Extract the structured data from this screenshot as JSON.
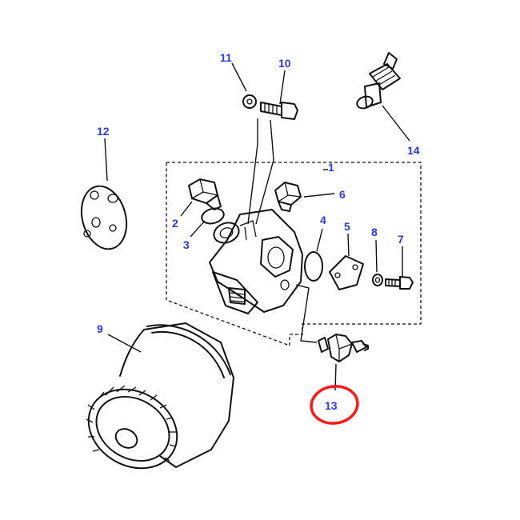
{
  "diagram": {
    "type": "exploded-parts-diagram",
    "callouts": [
      {
        "id": "1",
        "label": "1"
      },
      {
        "id": "2",
        "label": "2"
      },
      {
        "id": "3",
        "label": "3"
      },
      {
        "id": "4",
        "label": "4"
      },
      {
        "id": "5",
        "label": "5"
      },
      {
        "id": "6",
        "label": "6"
      },
      {
        "id": "7",
        "label": "7"
      },
      {
        "id": "8",
        "label": "8"
      },
      {
        "id": "9",
        "label": "9"
      },
      {
        "id": "10",
        "label": "10"
      },
      {
        "id": "11",
        "label": "11"
      },
      {
        "id": "12",
        "label": "12"
      },
      {
        "id": "13",
        "label": "13"
      },
      {
        "id": "14",
        "label": "14"
      }
    ],
    "highlighted_callout": "13",
    "colors": {
      "callout_text": "#2a3bd6",
      "highlight_circle": "#ff1a1a",
      "line_art": "#111111",
      "background": "#ffffff"
    }
  }
}
